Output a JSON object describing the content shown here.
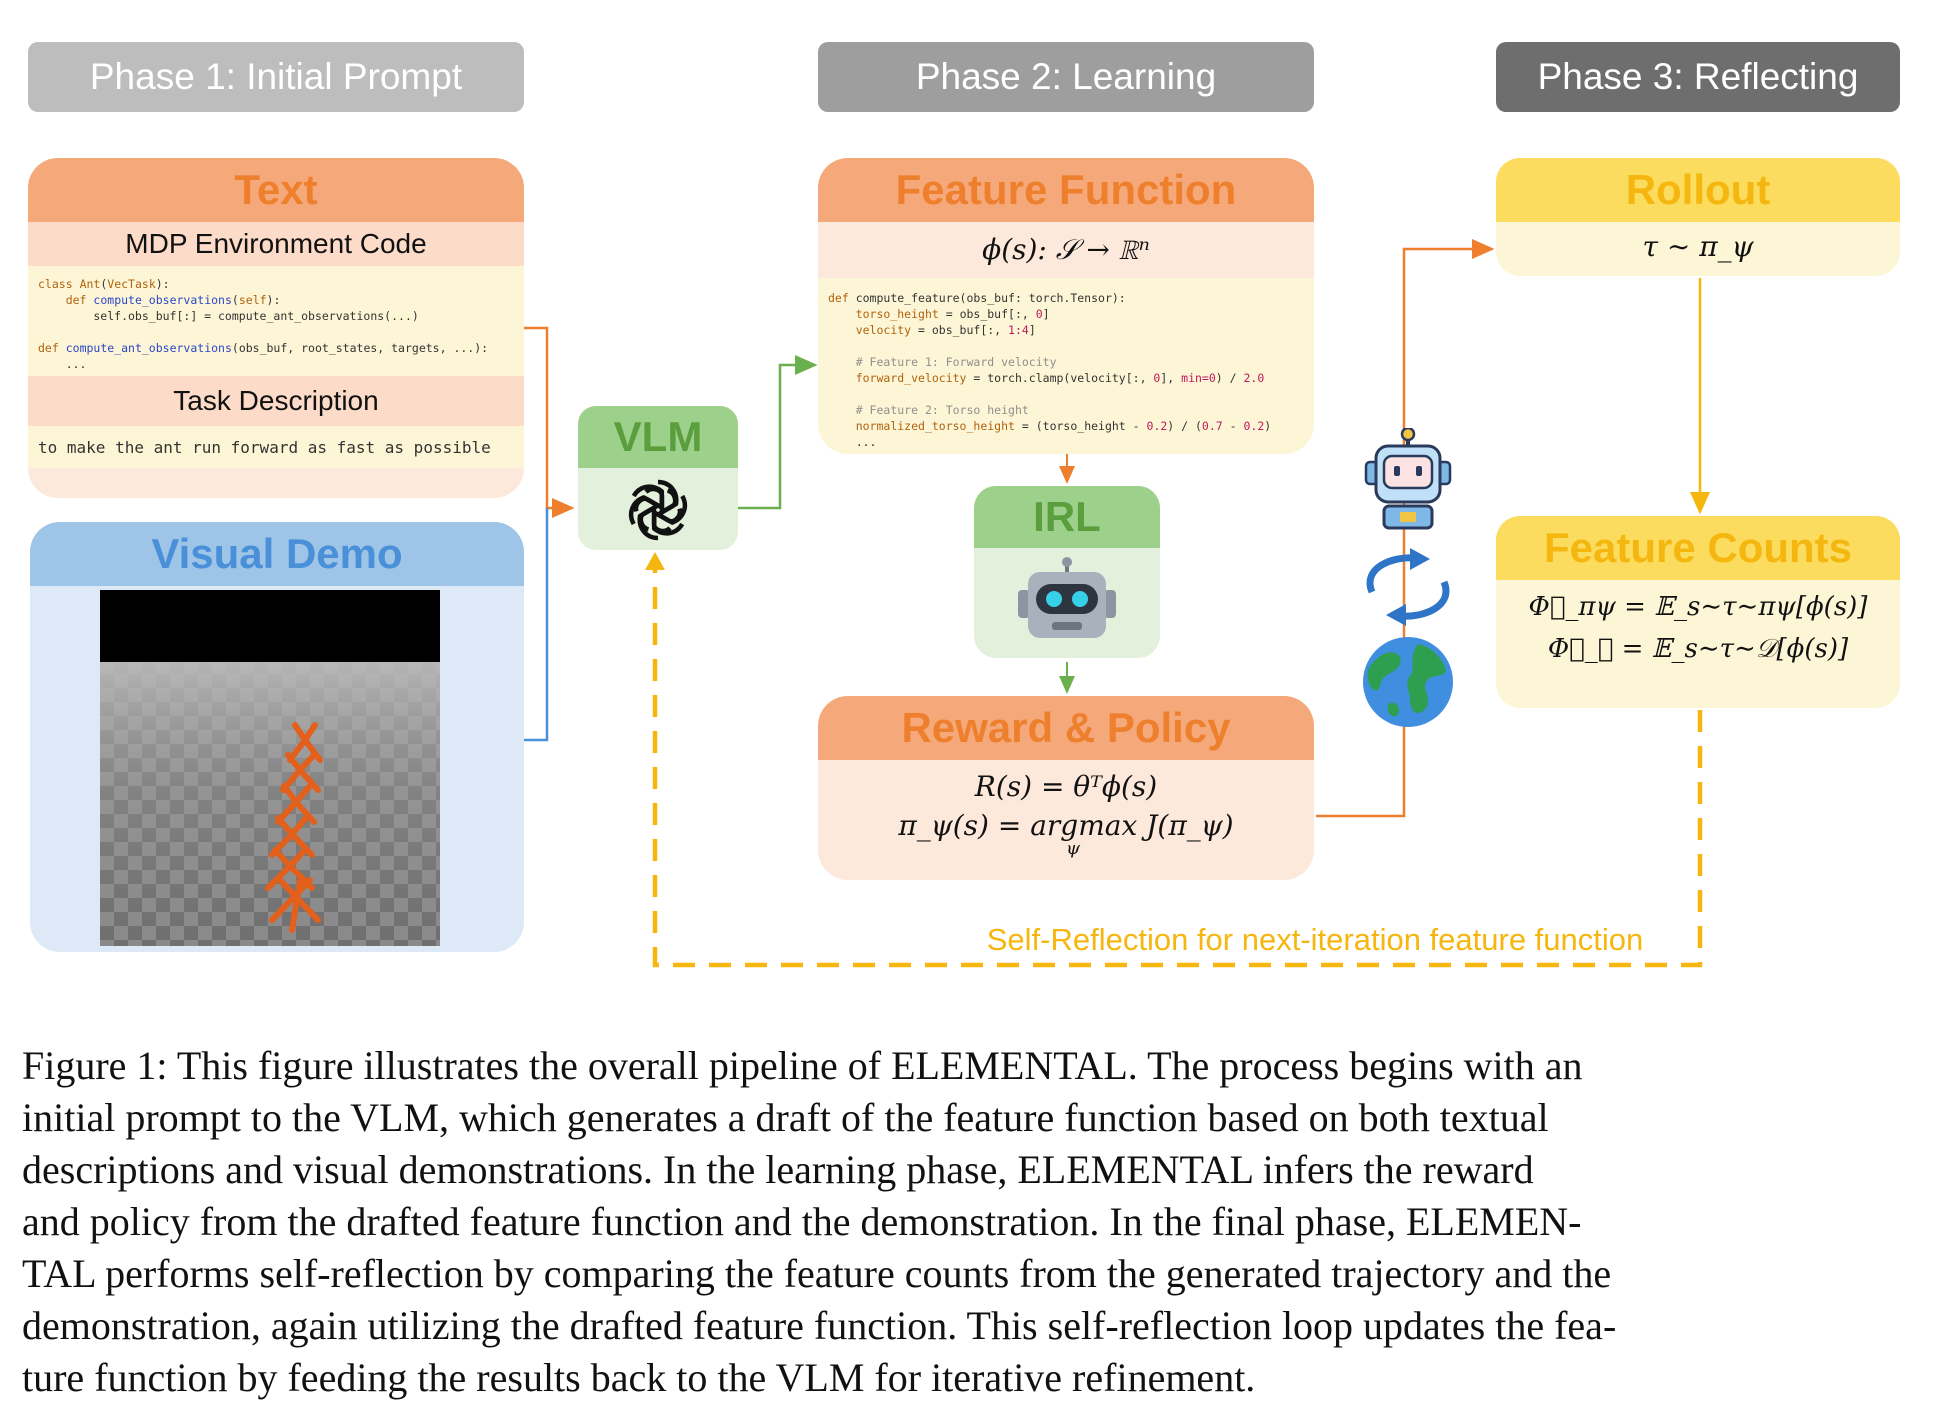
{
  "phases": {
    "phase1": "Phase 1: Initial Prompt",
    "phase2": "Phase 2: Learning",
    "phase3": "Phase 3: Reflecting"
  },
  "text_card": {
    "title": "Text",
    "env_code_label": "MDP Environment Code",
    "code_lines": [
      "class Ant(VecTask):",
      "    def compute_observations(self):",
      "        self.obs_buf[:] = compute_ant_observations(...)",
      "",
      "def compute_ant_observations(obs_buf, root_states, targets, ...):",
      "    ..."
    ],
    "task_label": "Task Description",
    "task_text": "to make the ant run forward as fast as possible"
  },
  "visual_demo": {
    "title": "Visual Demo"
  },
  "vlm": {
    "title": "VLM"
  },
  "feature_function": {
    "title": "Feature Function",
    "signature": "ϕ(s): 𝒮 → ℝⁿ",
    "code_lines": [
      "def compute_feature(obs_buf: torch.Tensor):",
      "    torso_height = obs_buf[:, 0]",
      "    velocity = obs_buf[:, 1:4]",
      "",
      "    # Feature 1: Forward velocity",
      "    forward_velocity = torch.clamp(velocity[:, 0], min=0) / 2.0",
      "",
      "    # Feature 2: Torso height",
      "    normalized_torso_height = (torso_height - 0.2) / (0.7 - 0.2)",
      "    ..."
    ]
  },
  "irl": {
    "title": "IRL"
  },
  "reward_policy": {
    "title": "Reward & Policy",
    "eq1": "R(s) = θᵀϕ(s)",
    "eq2": "π_ψ(s) = argmax J(π_ψ)",
    "eq2_sub": "ψ"
  },
  "rollout": {
    "title": "Rollout",
    "eq": "τ ∼ π_ψ"
  },
  "feature_counts": {
    "title": "Feature Counts",
    "eq1": "Φ⃗_πψ = 𝔼_s∼τ∼πψ[ϕ(s)]",
    "eq2": "Φ⃗_𝒟 = 𝔼_s∼τ∼𝒟[ϕ(s)]"
  },
  "loop_label": "Self-Reflection for next-iteration feature function",
  "caption_lines": [
    "Figure 1: This figure illustrates the overall pipeline of ELEMENTAL. The process begins with an",
    "initial prompt to the VLM, which generates a draft of the feature function based on both textual",
    "descriptions and visual demonstrations.  In the learning phase, ELEMENTAL infers the reward",
    "and policy from the drafted feature function and the demonstration.  In the final phase, ELEMEN-",
    "TAL performs self-reflection by comparing the feature counts from the generated trajectory and the",
    "demonstration, again utilizing the drafted feature function. This self-reflection loop updates the fea-",
    "ture function by feeding the results back to the VLM for iterative refinement."
  ],
  "colors": {
    "phase1": "#bdbdbd",
    "phase2": "#9e9e9e",
    "phase3": "#6e6e6e",
    "orange_header": "#f5a97b",
    "orange_text": "#ee7f2d",
    "orange_body": "#fde9dc",
    "blue_header": "#9ec4e8",
    "blue_text": "#4a90d9",
    "blue_body": "#dde9f6",
    "green_header": "#9dd08b",
    "green_text": "#5a9e3e",
    "green_body": "#e3f1dc",
    "yellow_header": "#fbdc5e",
    "yellow_text": "#f5b70f",
    "yellow_body": "#fdf6d6",
    "loop": "#f5b70f"
  }
}
